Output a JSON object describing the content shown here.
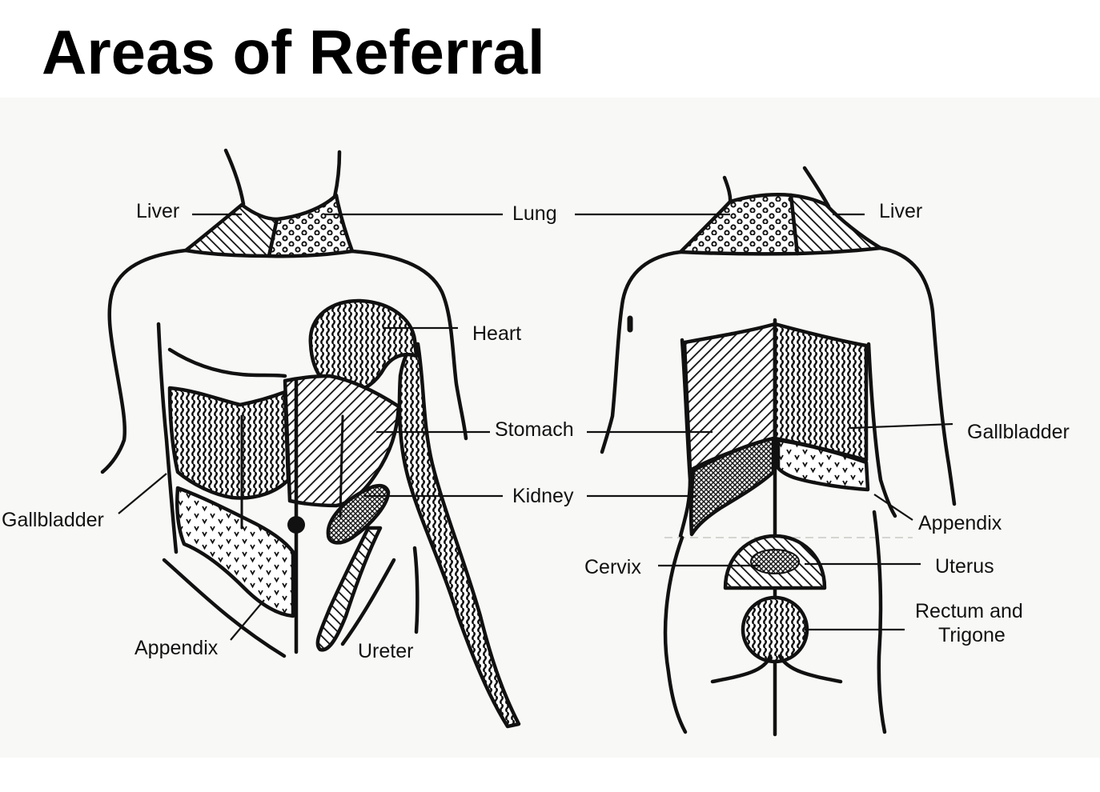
{
  "title": "Areas of Referral",
  "shared_labels": {
    "lung": "Lung",
    "stomach": "Stomach",
    "kidney": "Kidney"
  },
  "anterior_figure": {
    "liver": "Liver",
    "heart": "Heart",
    "gallbladder": "Gallbladder",
    "appendix": "Appendix",
    "ureter": "Ureter"
  },
  "posterior_figure": {
    "liver": "Liver",
    "gallbladder": "Gallbladder",
    "appendix": "Appendix",
    "cervix": "Cervix",
    "uterus": "Uterus",
    "rectum_trigone_line1": "Rectum and",
    "rectum_trigone_line2": "Trigone"
  },
  "colors": {
    "ink": "#111111",
    "background": "#ffffff",
    "scan_tint": "#f8f8f6"
  }
}
